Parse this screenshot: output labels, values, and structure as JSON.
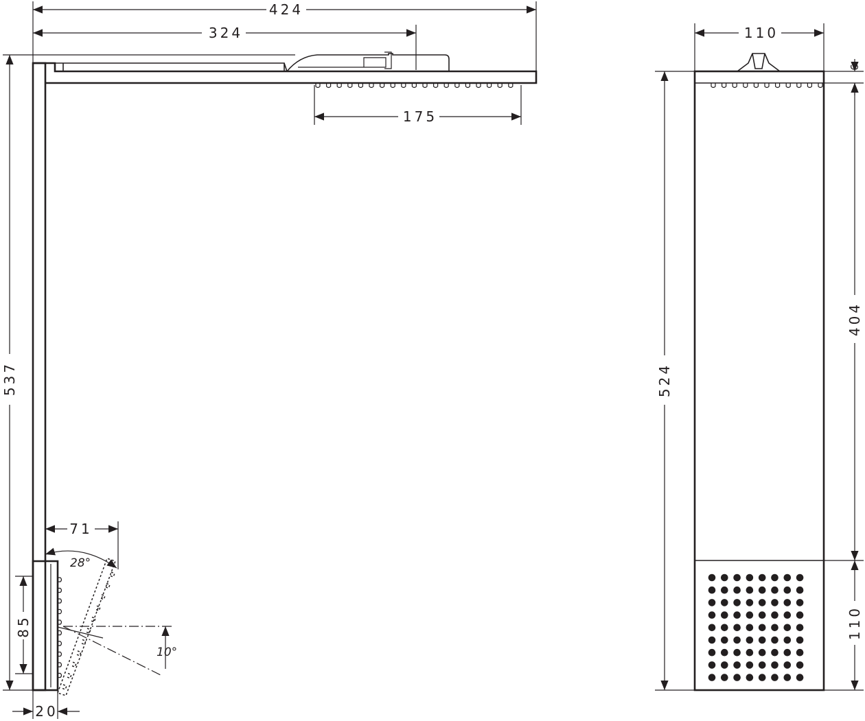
{
  "dimensions": {
    "overall_width": "424",
    "arm_length": "324",
    "head_depth": "175",
    "total_height": "537",
    "hand_shower_height": "85",
    "hand_shower_depth": "20",
    "hand_shower_offset": "71",
    "tilt_upper": "28°",
    "tilt_lower": "10°",
    "front_width": "110",
    "front_height": "524",
    "front_upper": "404",
    "front_lower": "110",
    "front_head_thickness": "6"
  }
}
